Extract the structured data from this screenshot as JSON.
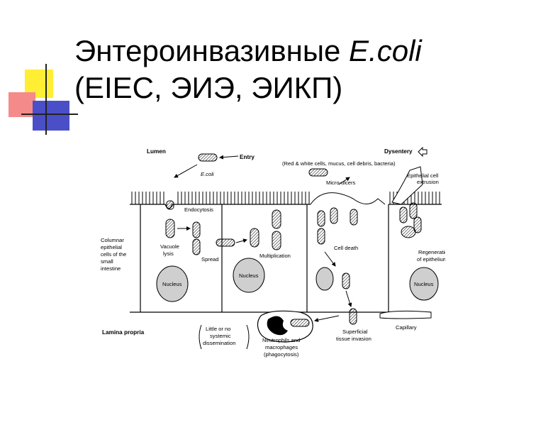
{
  "slide": {
    "title_line1_main": "Энтероинвазивные",
    "title_line1_italic": "E.coli",
    "title_line2": "(EIEC, ЭИЭ, ЭИКП)"
  },
  "diagram": {
    "labels": {
      "lumen": "Lumen",
      "entry": "Entry",
      "ecoli": "E.coli",
      "dysentery": "Dysentery",
      "debris": "(Red & white cells, mucus, cell debris, bacteria)",
      "microulcers": "Micro-ulcers",
      "extrusion1": "Epithelial cell",
      "extrusion2": "extrusion",
      "endocytosis": "Endocytosis",
      "columnar1": "Columnar",
      "columnar2": "epithelial",
      "columnar3": "cells of the",
      "columnar4": "small",
      "columnar5": "intestine",
      "vacuole1": "Vacuole",
      "vacuole2": "lysis",
      "spread": "Spread",
      "multiplication": "Multiplication",
      "celldeath": "Cell death",
      "regen1": "Regeneration",
      "regen2": "of epithelium",
      "nucleus1": "Nucleus",
      "nucleus2": "Nucleus",
      "nucleus3": "Nucleus",
      "capillary": "Capillary",
      "lamina": "Lamina propria",
      "little1": "Little or no",
      "little2": "systemic",
      "little3": "dissemination",
      "neutro1": "Neutrophils and",
      "neutro2": "macrophages",
      "neutro3": "(phagocytosis)",
      "superficial1": "Superficial",
      "superficial2": "tissue invasion"
    }
  }
}
